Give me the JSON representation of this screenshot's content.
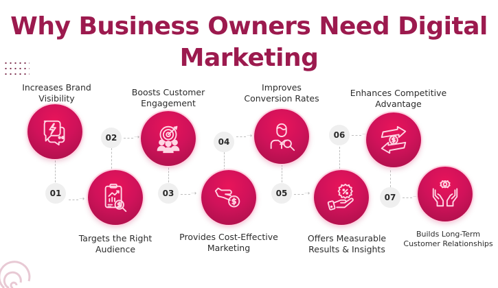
{
  "title": {
    "line1": "Why Business Owners Need Digital",
    "line2": "Marketing",
    "color": "#9c1a4e"
  },
  "colors": {
    "circle_primary": "#d0125a",
    "circle_dark": "#a51048",
    "badge_bg": "#efefef",
    "connector": "#bcbcbc",
    "label_text": "#2b2b2b"
  },
  "badges": [
    "01",
    "02",
    "03",
    "04",
    "05",
    "06",
    "07"
  ],
  "steps": [
    {
      "label": "Increases Brand Visibility",
      "label_lines": [
        "Increases Brand",
        "Visibility"
      ],
      "icon": "chat-bolt-icon"
    },
    {
      "label": "Targets the Right Audience",
      "label_lines": [
        "Targets the Right",
        "Audience"
      ],
      "icon": "report-search-icon"
    },
    {
      "label": "Boosts Customer Engagement",
      "label_lines": [
        "Boosts Customer",
        "Engagement"
      ],
      "icon": "target-audience-icon"
    },
    {
      "label": "Provides Cost-Effective Marketing",
      "label_lines": [
        "Provides Cost-Effective",
        "Marketing"
      ],
      "icon": "hand-coin-icon"
    },
    {
      "label": "Improves Conversion Rates",
      "label_lines": [
        "Improves",
        "Conversion Rates"
      ],
      "icon": "person-search-icon"
    },
    {
      "label": "Offers Measurable Results & Insights",
      "label_lines": [
        "Offers Measurable",
        "Results & Insights"
      ],
      "icon": "hand-percent-icon"
    },
    {
      "label": "Enhances Competitive Advantage",
      "label_lines": [
        "Enhances Competitive",
        "Advantage"
      ],
      "icon": "exchange-dollar-icon"
    },
    {
      "label": "Builds Long-Term Customer Relationships",
      "label_lines": [
        "Builds Long-Term",
        "Customer Relationships"
      ],
      "icon": "hands-gear-icon"
    }
  ]
}
